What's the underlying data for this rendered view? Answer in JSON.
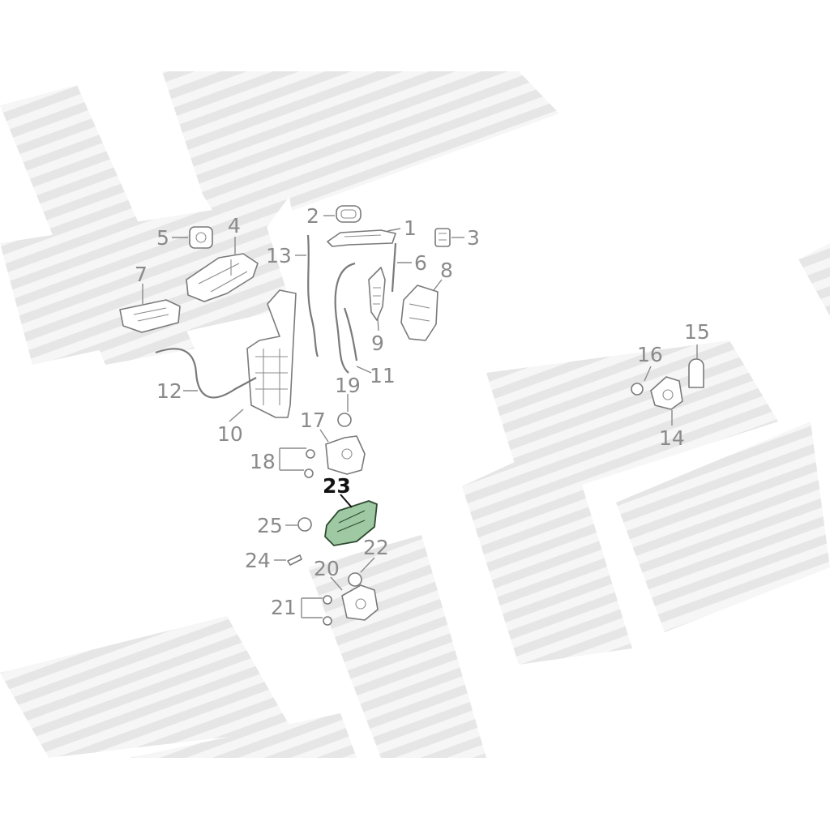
{
  "diagram": {
    "highlighted_callout": "23",
    "highlight_color": "#9ec9a3",
    "callout_color": "#8a8a8a",
    "watermark_color": "#e9e9e9",
    "callouts": [
      {
        "id": "1"
      },
      {
        "id": "2"
      },
      {
        "id": "3"
      },
      {
        "id": "4"
      },
      {
        "id": "5"
      },
      {
        "id": "6"
      },
      {
        "id": "7"
      },
      {
        "id": "8"
      },
      {
        "id": "9"
      },
      {
        "id": "10"
      },
      {
        "id": "11"
      },
      {
        "id": "12"
      },
      {
        "id": "13"
      },
      {
        "id": "14"
      },
      {
        "id": "15"
      },
      {
        "id": "16"
      },
      {
        "id": "17"
      },
      {
        "id": "18"
      },
      {
        "id": "19"
      },
      {
        "id": "20"
      },
      {
        "id": "21"
      },
      {
        "id": "22"
      },
      {
        "id": "23"
      },
      {
        "id": "24"
      },
      {
        "id": "25"
      }
    ]
  }
}
